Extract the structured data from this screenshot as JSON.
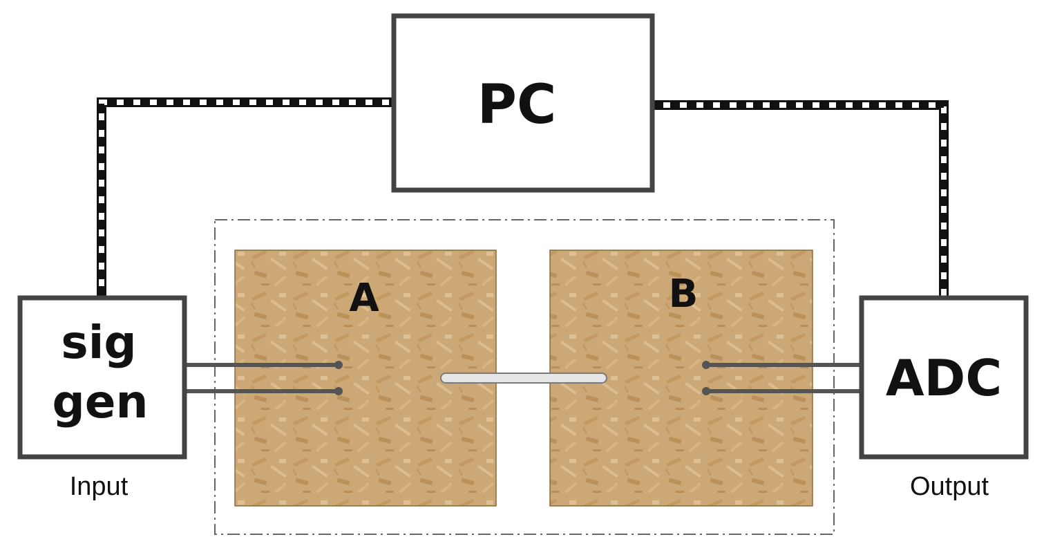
{
  "boxes": {
    "pc": "PC",
    "siggen_line1": "sig",
    "siggen_line2": "gen",
    "adc": "ADC"
  },
  "panels": {
    "a": "A",
    "b": "B"
  },
  "captions": {
    "input": "Input",
    "output": "Output"
  },
  "colors": {
    "box_stroke": "#444444",
    "board_fill": "#c9a36a",
    "board_dark": "#b08445",
    "wire": "#555555",
    "link_fill": "#e8e8e8",
    "dash_dark": "#111111"
  }
}
